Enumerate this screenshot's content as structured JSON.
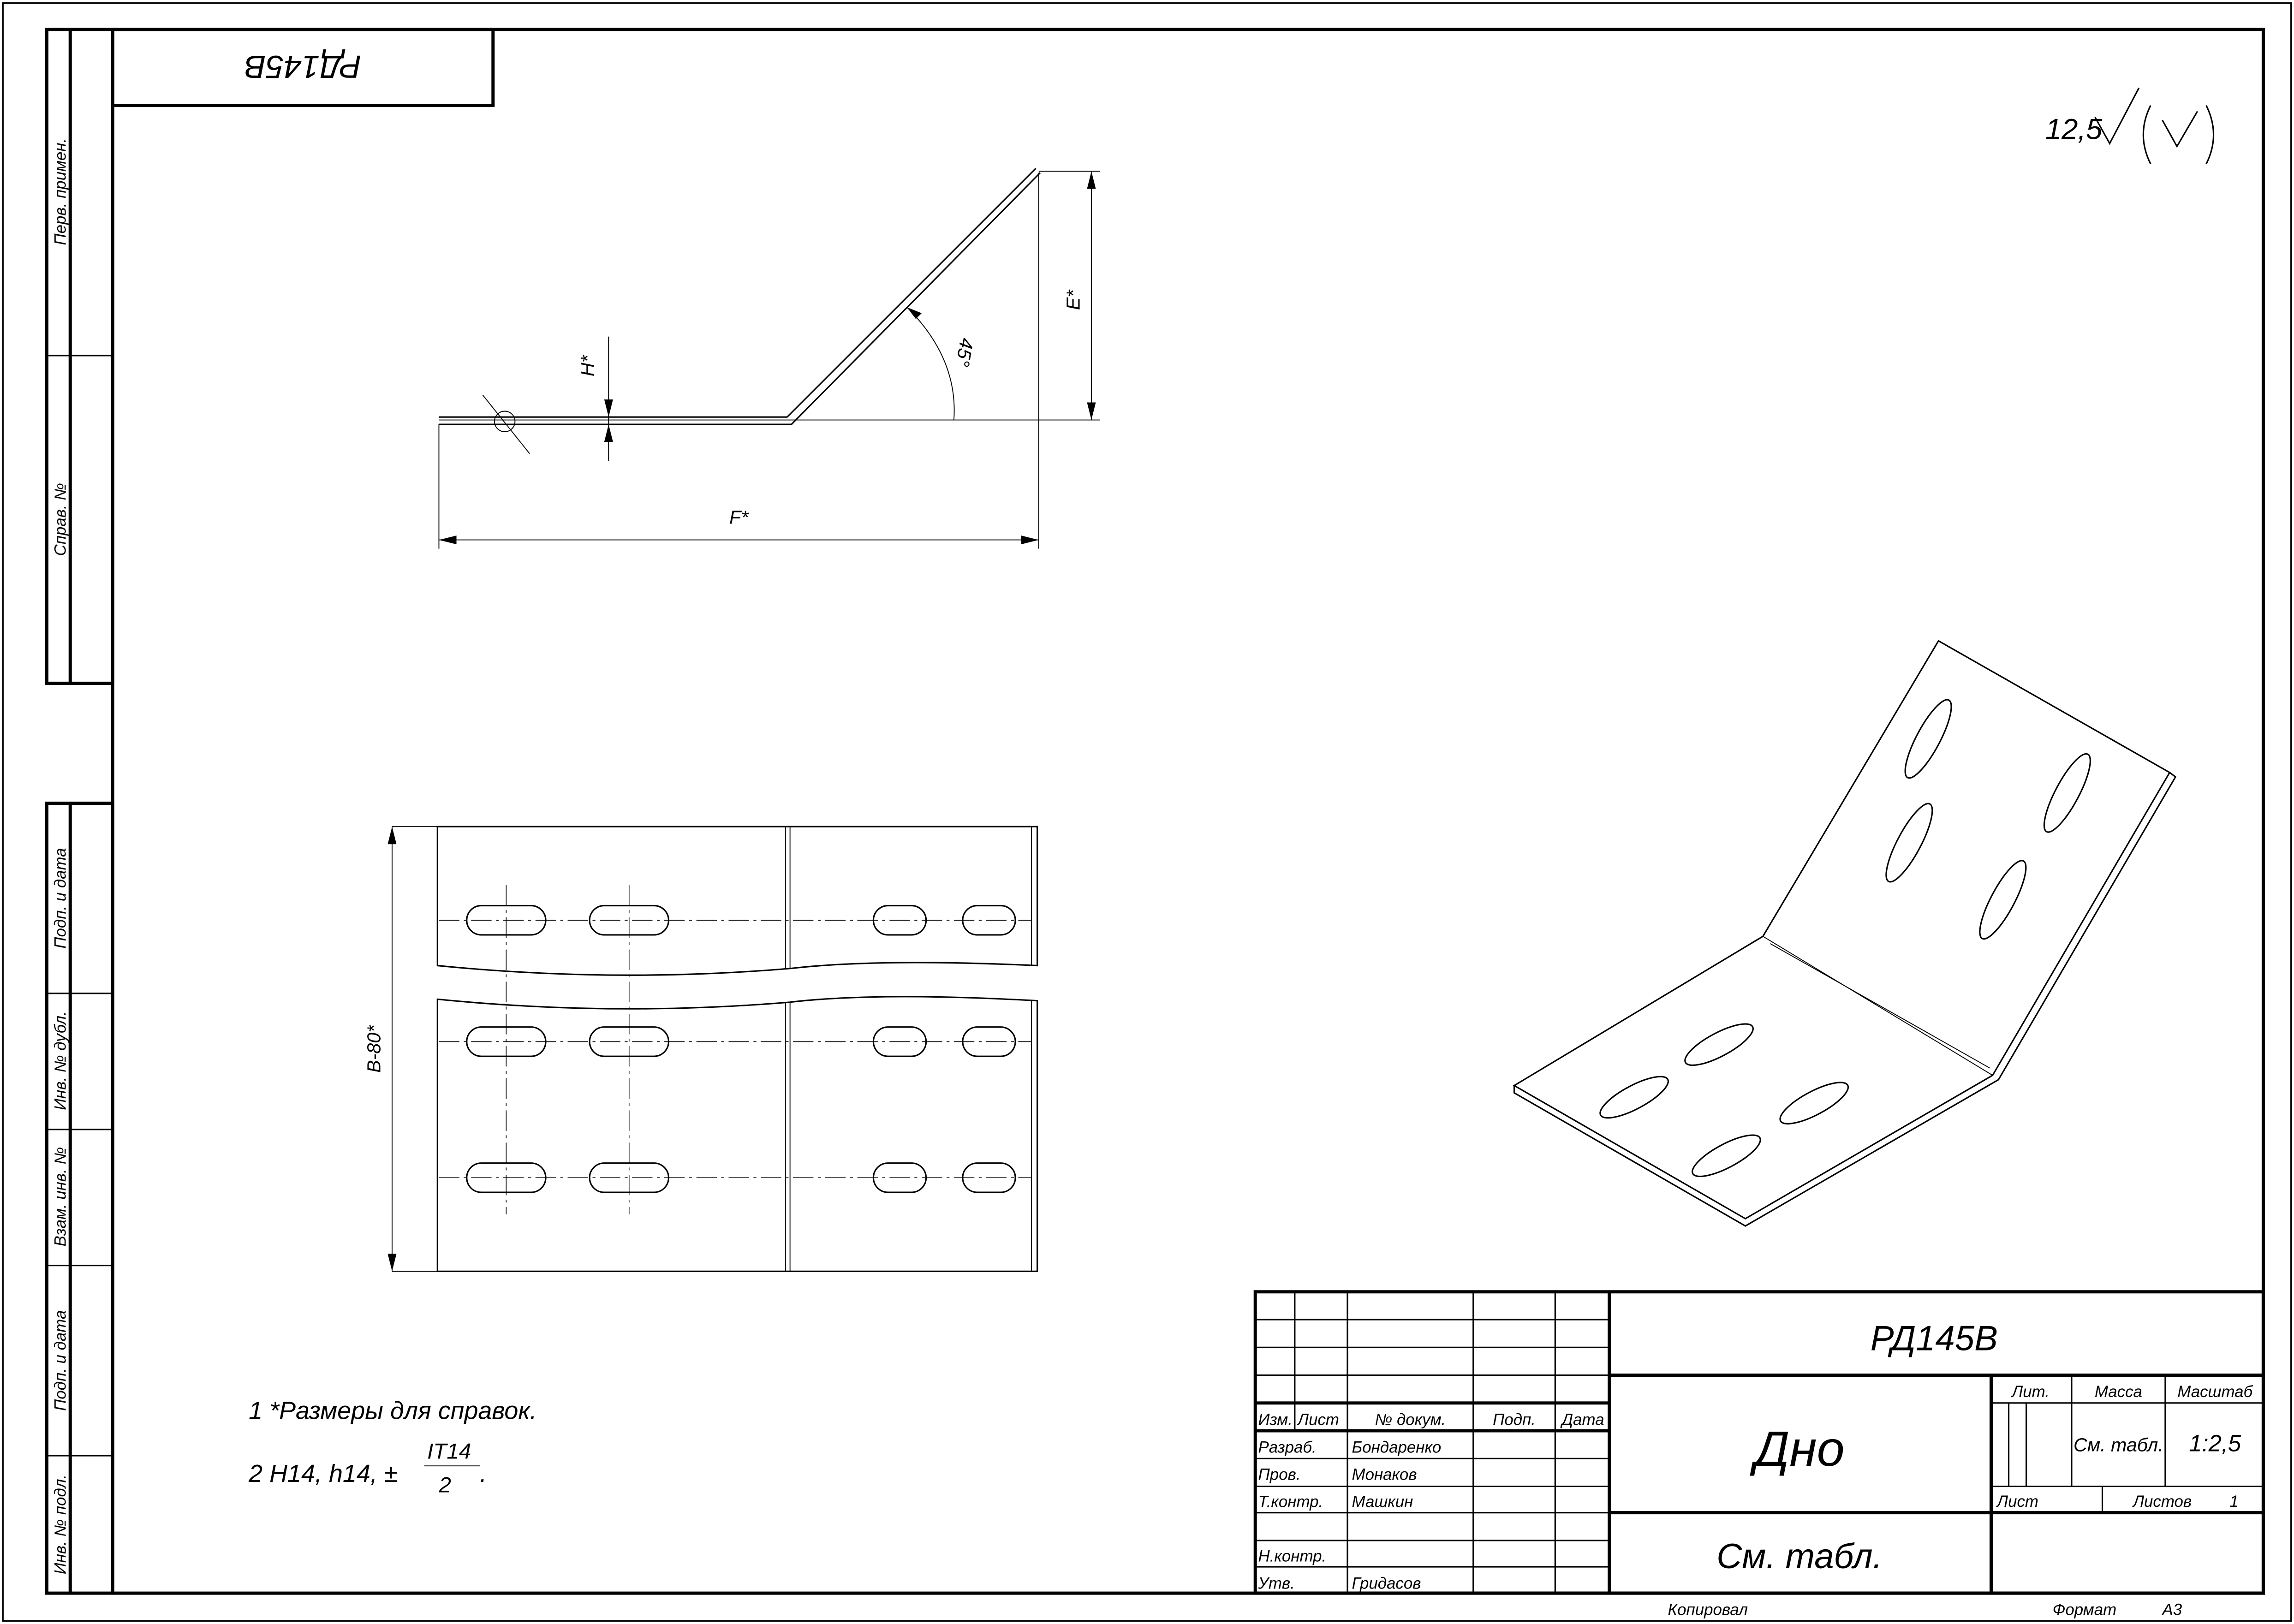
{
  "stamp_rotated": "РД145В",
  "roughness": {
    "value": "12,5"
  },
  "side_view": {
    "dim_h": "H*",
    "dim_e": "E*",
    "dim_f": "F*",
    "angle": "45°"
  },
  "plan_view": {
    "dim_b": "B-80*"
  },
  "notes": [
    "1  *Размеры для справок.",
    "2  H14, h14, ±",
    "IT14",
    "2",
    "."
  ],
  "side_strip": [
    "Перв. примен.",
    "Справ. №",
    "Подп. и дата",
    "Инв. № дубл.",
    "Взам. инв. №",
    "Подп. и дата",
    "Инв. № подл."
  ],
  "title_block": {
    "designation": "РД145В",
    "name": "Дно",
    "material": "См. табл.",
    "headers": {
      "izm": "Изм.",
      "list": "Лист",
      "doc": "№ докум.",
      "sign": "Подп.",
      "date": "Дата"
    },
    "roles": [
      {
        "role": "Разраб.",
        "name": "Бондаренко"
      },
      {
        "role": "Пров.",
        "name": "Монаков"
      },
      {
        "role": "Т.контр.",
        "name": "Машкин"
      },
      {
        "role": "",
        "name": ""
      },
      {
        "role": "Н.контр.",
        "name": ""
      },
      {
        "role": "Утв.",
        "name": "Гридасов"
      }
    ],
    "lit_label": "Лит.",
    "mass_label": "Масса",
    "scale_label": "Масштаб",
    "mass_value": "См. табл.",
    "scale_value": "1:2,5",
    "sheet_label": "Лист",
    "sheets_label": "Листов",
    "sheets_value": "1"
  },
  "footer": {
    "copied": "Копировал",
    "format_label": "Формат",
    "format_value": "А3"
  }
}
